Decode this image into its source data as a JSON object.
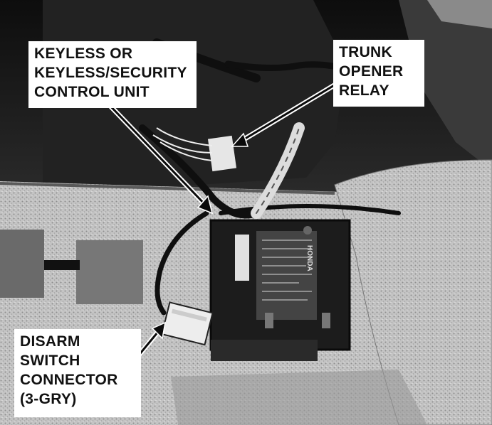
{
  "photo": {
    "colors": {
      "dark": "#1a1a1a",
      "carpet": "#b8b8b8",
      "unit": "#222222",
      "label_bg": "#ffffff"
    }
  },
  "callouts": {
    "keyless": [
      "KEYLESS OR",
      "KEYLESS/SECURITY",
      "CONTROL UNIT"
    ],
    "trunk": [
      "TRUNK",
      "OPENER",
      "RELAY"
    ],
    "disarm": [
      "DISARM",
      "SWITCH",
      "CONNECTOR",
      "(3-GRY)"
    ]
  },
  "unit_brand": "HONDA"
}
